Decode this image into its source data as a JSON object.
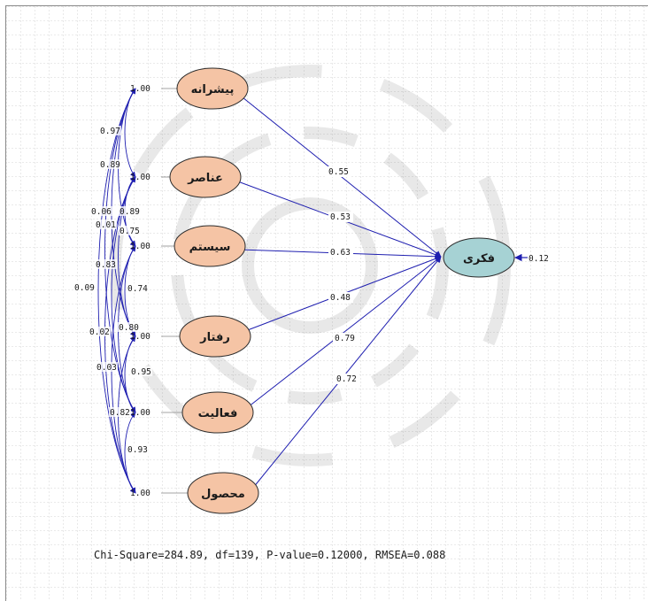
{
  "exogenous": [
    {
      "label": "پیشرانه",
      "variance": "1.00",
      "loading": "0.55"
    },
    {
      "label": "عناصر",
      "variance": "1.00",
      "loading": "0.53"
    },
    {
      "label": "سیستم",
      "variance": "1.00",
      "loading": "0.63"
    },
    {
      "label": "رفتار",
      "variance": "1.00",
      "loading": "0.48"
    },
    {
      "label": "فعالیت",
      "variance": "1.00",
      "loading": "0.79"
    },
    {
      "label": "محصول",
      "variance": "1.00",
      "loading": "0.72"
    }
  ],
  "endogenous": {
    "label": "فکری",
    "error": "0.12"
  },
  "covariance_labels": [
    "0.97",
    "0.89",
    "0.06",
    "0.89",
    "0.01",
    "0.75",
    "0.09",
    "0.83",
    "0.74",
    "0.02",
    "0.80",
    "0.03",
    "0.95",
    "0.82",
    "0.93"
  ],
  "fit_statistics": "Chi-Square=284.89, df=139, P-value=0.12000, RMSEA=0.088",
  "colors": {
    "exogenous_fill": "#f5c4a5",
    "endogenous_fill": "#a6d2d4",
    "arrow": "#1f1fb0",
    "grid": "#c8c8c8"
  }
}
